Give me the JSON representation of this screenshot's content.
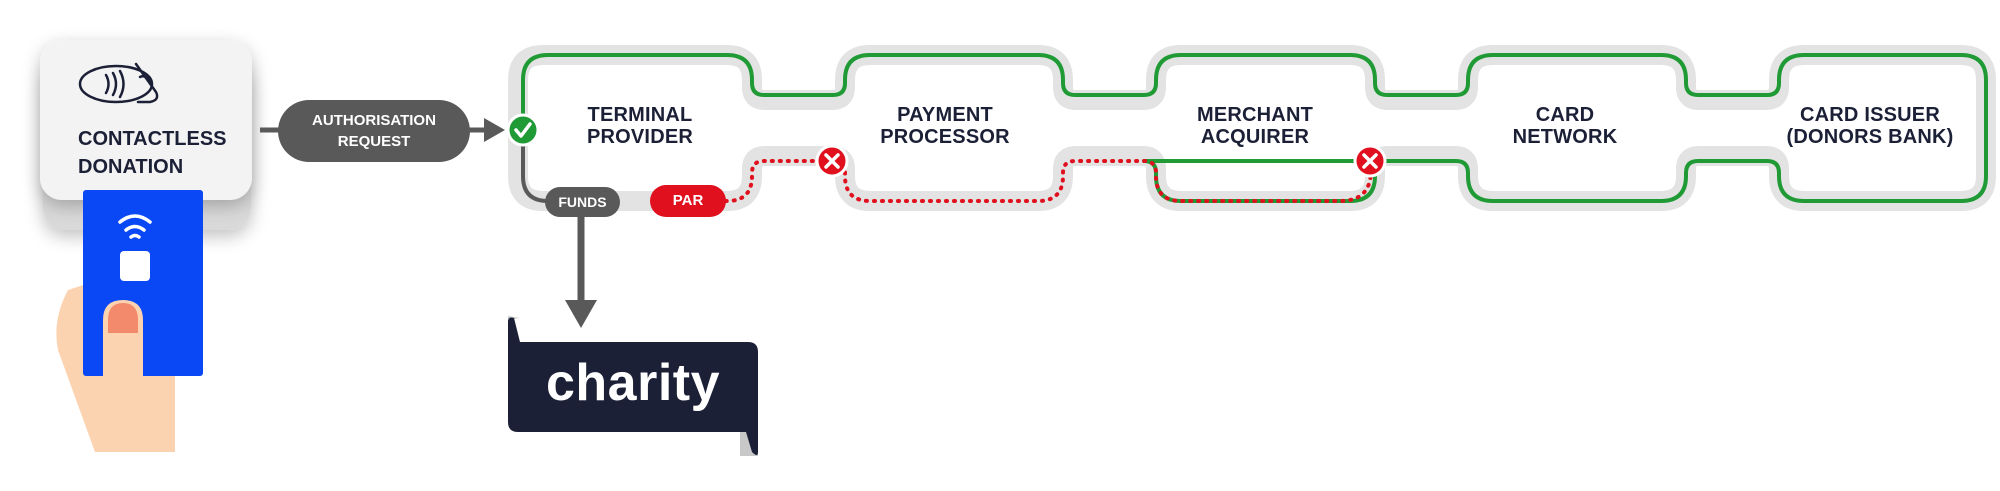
{
  "donation": {
    "label": "CONTACTLESS\nDONATION",
    "icon": "contactless-hand-icon"
  },
  "auth_pill": {
    "label": "AUTHORISATION\nREQUEST"
  },
  "stages": [
    {
      "label": "TERMINAL\nPROVIDER"
    },
    {
      "label": "PAYMENT\nPROCESSOR"
    },
    {
      "label": "MERCHANT\nACQUIRER"
    },
    {
      "label": "CARD\nNETWORK"
    },
    {
      "label": "CARD ISSUER\n(DONORS BANK)"
    }
  ],
  "funds_pill": {
    "label": "FUNDS"
  },
  "par_pill": {
    "label": "PAR"
  },
  "charity": {
    "label": "charity"
  },
  "colors": {
    "track": "#e3e3e3",
    "green_path": "#1f9a35",
    "red_path": "#e0101e",
    "pill_grey": "#595959",
    "banner": "#1b2036",
    "card_blue": "#0a48f5",
    "text": "#1b2036"
  },
  "icons": {
    "check": "check-icon",
    "cross": "cross-icon",
    "arrow": "arrow-right-icon"
  }
}
